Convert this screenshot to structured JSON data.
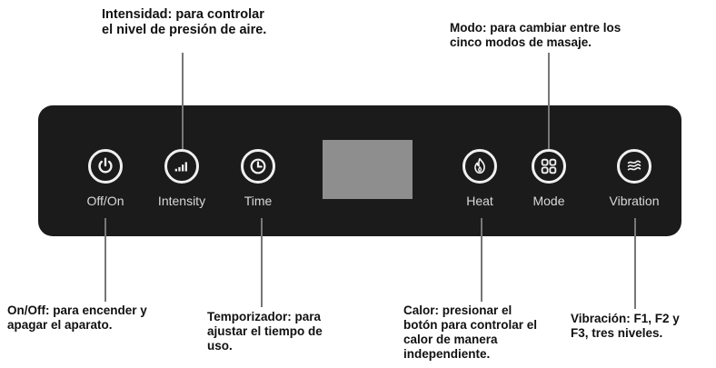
{
  "panel": {
    "buttons": [
      {
        "id": "power",
        "label": "Off/On",
        "icon": "power-icon"
      },
      {
        "id": "intensity",
        "label": "Intensity",
        "icon": "signal-bars-icon"
      },
      {
        "id": "time",
        "label": "Time",
        "icon": "clock-icon"
      },
      {
        "id": "heat",
        "label": "Heat",
        "icon": "flame-icon"
      },
      {
        "id": "mode",
        "label": "Mode",
        "icon": "grid-modes-icon"
      },
      {
        "id": "vibration",
        "label": "Vibration",
        "icon": "vibration-waves-icon"
      }
    ]
  },
  "annotations": {
    "intensity": [
      "Intensidad: para controlar",
      "el nivel de presión de aire."
    ],
    "mode": [
      "Modo: para cambiar entre los",
      "cinco modos de masaje."
    ],
    "power": [
      "On/Off: para encender y",
      "apagar el aparato."
    ],
    "time": [
      "Temporizador: para",
      "ajustar el tiempo de",
      "uso."
    ],
    "heat": [
      "Calor: presionar el",
      "botón para controlar el",
      "calor de manera",
      "independiente."
    ],
    "vibration": [
      "Vibración: F1, F2 y",
      "F3, tres niveles."
    ]
  },
  "colors": {
    "panel": "#1b1b1b",
    "display": "#8e8e8e",
    "button_ring": "#f0f0f0",
    "label": "#d8d8d8",
    "leader_line": "#777777"
  }
}
